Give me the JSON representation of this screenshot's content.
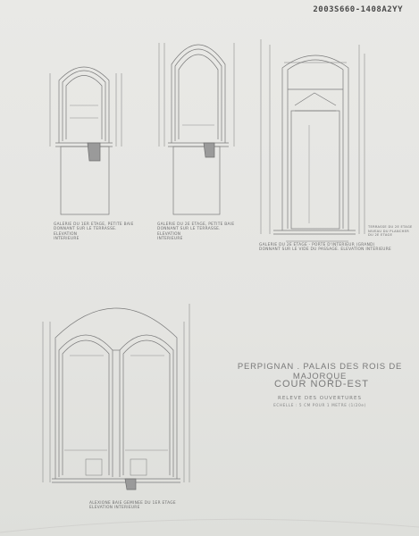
{
  "reference": "2003S660-1408A2YY",
  "captions": {
    "drawing1": "GALERIE DU 1er ETAGE, PETITE BAIE\nDONNANT SUR LE TERRASSE. ELEVATION\nINTERIEURE",
    "drawing2": "GALERIE DU 2e ETAGE, PETITE BAIE\nDONNANT SUR LE TERRASSE. ELEVATION\nINTERIEURE",
    "drawing3": "GALERIE DU 2e ETAGE - PORTE D'INTERIEUR (GRAND)\nDONNANT SUR LE VIDE DU PASSAGE. ELEVATION INTERIEURE",
    "drawing3_side": "TERRASSE DU 2e ETAGE\nNIVEAU DU PLANCHER\nDU 2e ETAGE",
    "drawing4": "ALEXIONE BAIE GEMINEE DU 1er ETAGE\nELEVATION INTERIEURE"
  },
  "title_block": {
    "title": "PERPIGNAN . PALAIS DES ROIS DE MAJORQUE",
    "subtitle": "COUR NORD-EST",
    "note": "RELEVE DES OUVERTURES",
    "scale": "ECHELLE : 5 CM POUR 1 METRE (1/20e)"
  }
}
